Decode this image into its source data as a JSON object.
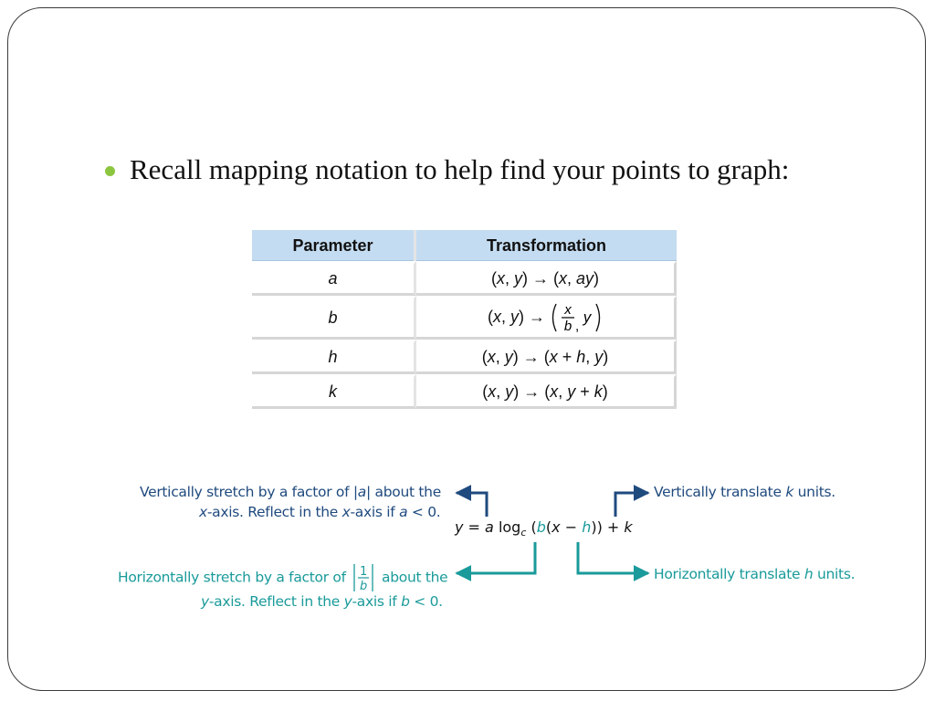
{
  "colors": {
    "bullet": "#8cc63f",
    "header_fill": "#c4dcf1",
    "navy": "#1f4a7e",
    "teal": "#1a9a9a"
  },
  "bullet": {
    "text": "Recall mapping notation to help find your points to graph:"
  },
  "table": {
    "headers": [
      "Parameter",
      "Transformation"
    ],
    "rows": [
      {
        "param": "a",
        "transformation": "(x, y) → (x, ay)"
      },
      {
        "param": "b",
        "transformation": "(x, y) → (x/b, y)"
      },
      {
        "param": "h",
        "transformation": "(x, y) → (x + h, y)"
      },
      {
        "param": "k",
        "transformation": "(x, y) → (x, y + k)"
      }
    ]
  },
  "diagram": {
    "equation": "y = a log_c (b(x − h)) + k",
    "vertical_stretch": "Vertically stretch by a factor of |a| about the x-axis. Reflect in the x-axis if a < 0.",
    "horizontal_stretch": "Horizontally stretch by a factor of |1/b| about the y-axis. Reflect in the y-axis if b < 0.",
    "vertical_translate": "Vertically translate k units.",
    "horizontal_translate": "Horizontally translate h units."
  }
}
